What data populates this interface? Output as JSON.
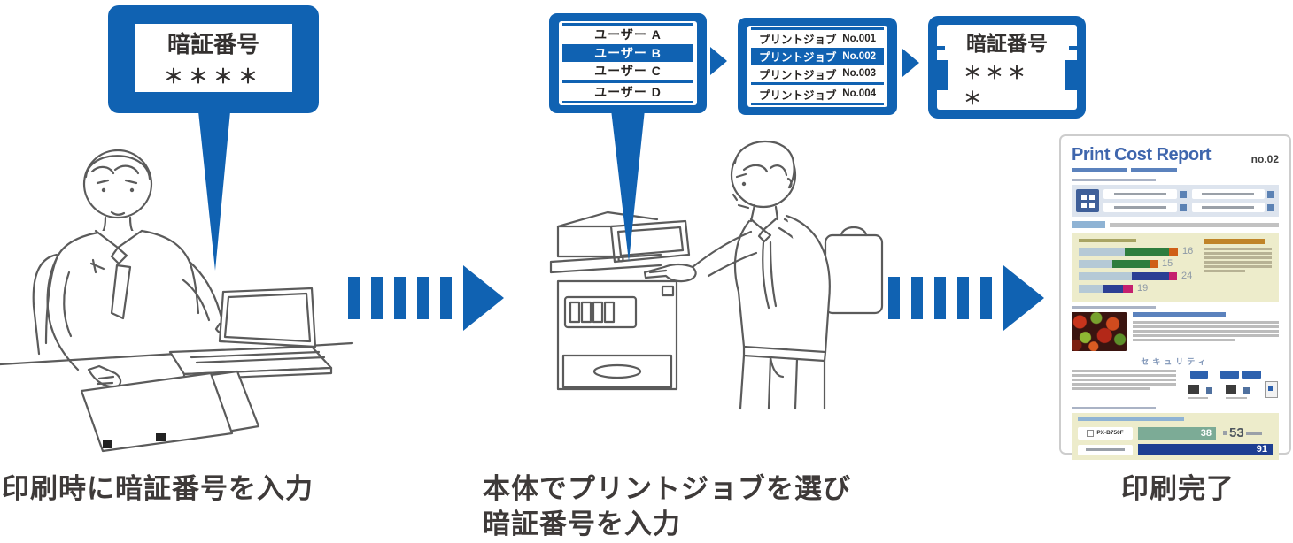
{
  "colors": {
    "primary_blue": "#1062b2",
    "text_dark": "#3e3a39"
  },
  "step1": {
    "balloon_title": "暗証番号",
    "balloon_pin": "＊＊＊＊",
    "caption": "印刷時に暗証番号を入力"
  },
  "screens": {
    "users": {
      "items": [
        "ユーザー A",
        "ユーザー B",
        "ユーザー C",
        "ユーザー D"
      ],
      "selected": "ユーザー B"
    },
    "jobs": {
      "rows": [
        {
          "name": "プリントジョブ",
          "no": "No.001"
        },
        {
          "name": "プリントジョブ",
          "no": "No.002"
        },
        {
          "name": "プリントジョブ",
          "no": "No.003"
        },
        {
          "name": "プリントジョブ",
          "no": "No.004"
        }
      ],
      "selected_no": "No.002"
    },
    "pin": {
      "title": "暗証番号",
      "pin": "＊＊＊＊"
    }
  },
  "step2": {
    "caption_line1": "本体でプリントジョブを選び",
    "caption_line2": "暗証番号を入力"
  },
  "step3": {
    "caption": "印刷完了"
  },
  "report": {
    "title": "Print Cost Report",
    "number": "no.02",
    "security_heading": "セキュリティ",
    "model": "PX-B750F",
    "chart_data": {
      "type": "bar",
      "values": [
        16,
        15,
        24,
        19
      ],
      "legend": "stacked horizontal cost bars"
    },
    "kpis": {
      "green_bar": "38",
      "monthly": "53",
      "total_bar": "91"
    }
  }
}
